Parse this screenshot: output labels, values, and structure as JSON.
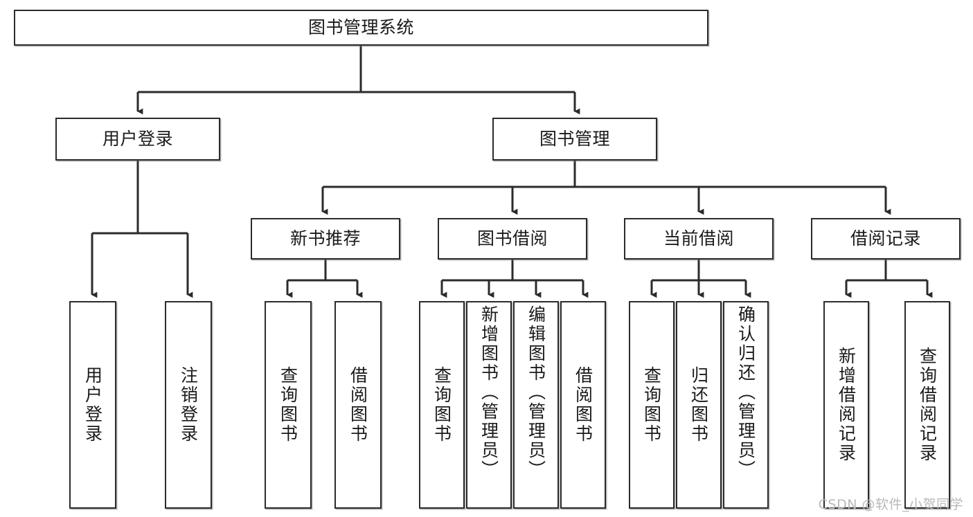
{
  "diagram": {
    "type": "tree",
    "title": "图书管理系统",
    "watermark": "CSDN @软件_小贺同学",
    "colors": {
      "box_border": "#2b2b2b",
      "box_fill": "#ffffff",
      "connector": "#2b2b2b",
      "text": "#1a1a1a",
      "watermark": "#b9b9b9",
      "background": "#ffffff"
    },
    "levels": [
      {
        "level": 1,
        "nodes": [
          {
            "id": "root",
            "label": "图书管理系统",
            "orientation": "horizontal"
          }
        ]
      },
      {
        "level": 2,
        "nodes": [
          {
            "id": "user-login",
            "label": "用户登录",
            "orientation": "horizontal",
            "parent": "root"
          },
          {
            "id": "book-manage",
            "label": "图书管理",
            "orientation": "horizontal",
            "parent": "root"
          }
        ]
      },
      {
        "level": 3,
        "nodes": [
          {
            "id": "new-book-rec",
            "label": "新书推荐",
            "orientation": "horizontal",
            "parent": "book-manage"
          },
          {
            "id": "book-borrow",
            "label": "图书借阅",
            "orientation": "horizontal",
            "parent": "book-manage"
          },
          {
            "id": "current-borrow",
            "label": "当前借阅",
            "orientation": "horizontal",
            "parent": "book-manage"
          },
          {
            "id": "borrow-record",
            "label": "借阅记录",
            "orientation": "horizontal",
            "parent": "book-manage"
          }
        ]
      },
      {
        "level": 4,
        "nodes": [
          {
            "id": "leaf-user-login",
            "label": "用户登录",
            "orientation": "vertical",
            "parent": "user-login"
          },
          {
            "id": "leaf-user-logout",
            "label": "注销登录",
            "orientation": "vertical",
            "parent": "user-login"
          },
          {
            "id": "leaf-query-book-1",
            "label": "查询图书",
            "orientation": "vertical",
            "parent": "new-book-rec"
          },
          {
            "id": "leaf-borrow-book-1",
            "label": "借阅图书",
            "orientation": "vertical",
            "parent": "new-book-rec"
          },
          {
            "id": "leaf-query-book-2",
            "label": "查询图书",
            "orientation": "vertical",
            "parent": "book-borrow"
          },
          {
            "id": "leaf-add-book",
            "label": "新增图书（管理员）",
            "orientation": "vertical",
            "parent": "book-borrow"
          },
          {
            "id": "leaf-edit-book",
            "label": "编辑图书（管理员）",
            "orientation": "vertical",
            "parent": "book-borrow"
          },
          {
            "id": "leaf-borrow-book-2",
            "label": "借阅图书",
            "orientation": "vertical",
            "parent": "book-borrow"
          },
          {
            "id": "leaf-query-book-3",
            "label": "查询图书",
            "orientation": "vertical",
            "parent": "current-borrow"
          },
          {
            "id": "leaf-return-book",
            "label": "归还图书",
            "orientation": "vertical",
            "parent": "current-borrow"
          },
          {
            "id": "leaf-confirm-return",
            "label": "确认归还（管理员）",
            "orientation": "vertical",
            "parent": "current-borrow"
          },
          {
            "id": "leaf-add-record",
            "label": "新增借阅记录",
            "orientation": "vertical",
            "parent": "borrow-record"
          },
          {
            "id": "leaf-query-record",
            "label": "查询借阅记录",
            "orientation": "vertical",
            "parent": "borrow-record"
          }
        ]
      }
    ]
  }
}
